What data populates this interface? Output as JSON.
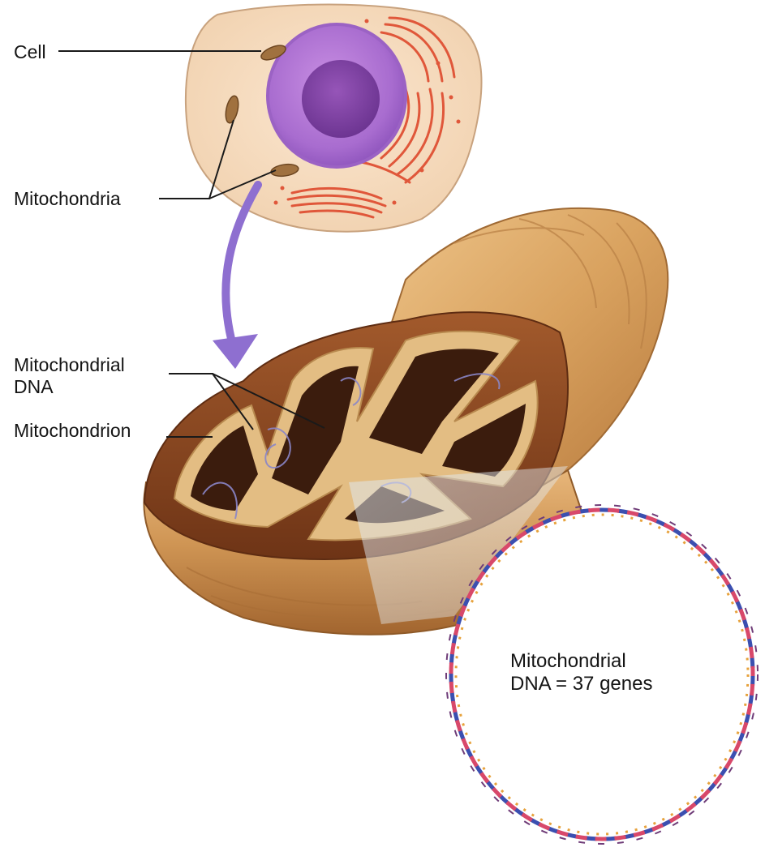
{
  "labels": {
    "cell": "Cell",
    "mitochondria": "Mitochondria",
    "mitochondrial_dna_line1": "Mitochondrial",
    "mitochondrial_dna_line2": "DNA",
    "mitochondrion": "Mitochondrion",
    "ring_line1": "Mitochondrial",
    "ring_line2": "DNA = 37 genes"
  },
  "colors": {
    "cell_cytoplasm": "#f6dcc0",
    "nucleus": "#b57ad6",
    "nucleolus": "#7d3fa1",
    "er": "#e0573a",
    "arrow": "#8e6fd0",
    "mito_outer": "#c88a4a",
    "mito_inner": "#8a4a22",
    "dna_strand_a": "#3b4fb0",
    "dna_strand_b": "#d8486a"
  }
}
